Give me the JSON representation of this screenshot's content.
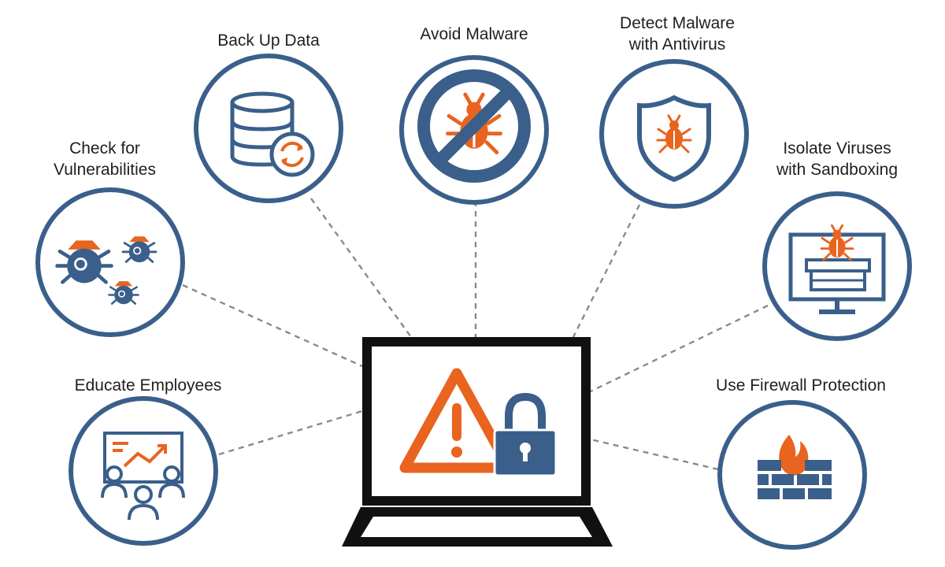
{
  "diagram": {
    "center": {
      "name": "laptop-with-warning-and-lock"
    },
    "nodes": [
      {
        "key": "backup",
        "label_lines": [
          "Back Up Data"
        ],
        "icon": "database-sync-icon"
      },
      {
        "key": "avoid",
        "label_lines": [
          "Avoid Malware"
        ],
        "icon": "no-bug-icon"
      },
      {
        "key": "detect",
        "label_lines": [
          "Detect Malware",
          "with Antivirus"
        ],
        "icon": "shield-bug-icon"
      },
      {
        "key": "check",
        "label_lines": [
          "Check for",
          "Vulnerabilities"
        ],
        "icon": "bugs-icon"
      },
      {
        "key": "isolate",
        "label_lines": [
          "Isolate Viruses",
          "with Sandboxing"
        ],
        "icon": "monitor-sandbox-bug-icon"
      },
      {
        "key": "educate",
        "label_lines": [
          "Educate Employees"
        ],
        "icon": "training-meeting-icon"
      },
      {
        "key": "firewall",
        "label_lines": [
          "Use Firewall Protection"
        ],
        "icon": "firewall-icon"
      }
    ]
  },
  "colors": {
    "navy": "#3a5f8a",
    "orange": "#e8641f",
    "black": "#111111",
    "connector": "#8a8a8a"
  }
}
